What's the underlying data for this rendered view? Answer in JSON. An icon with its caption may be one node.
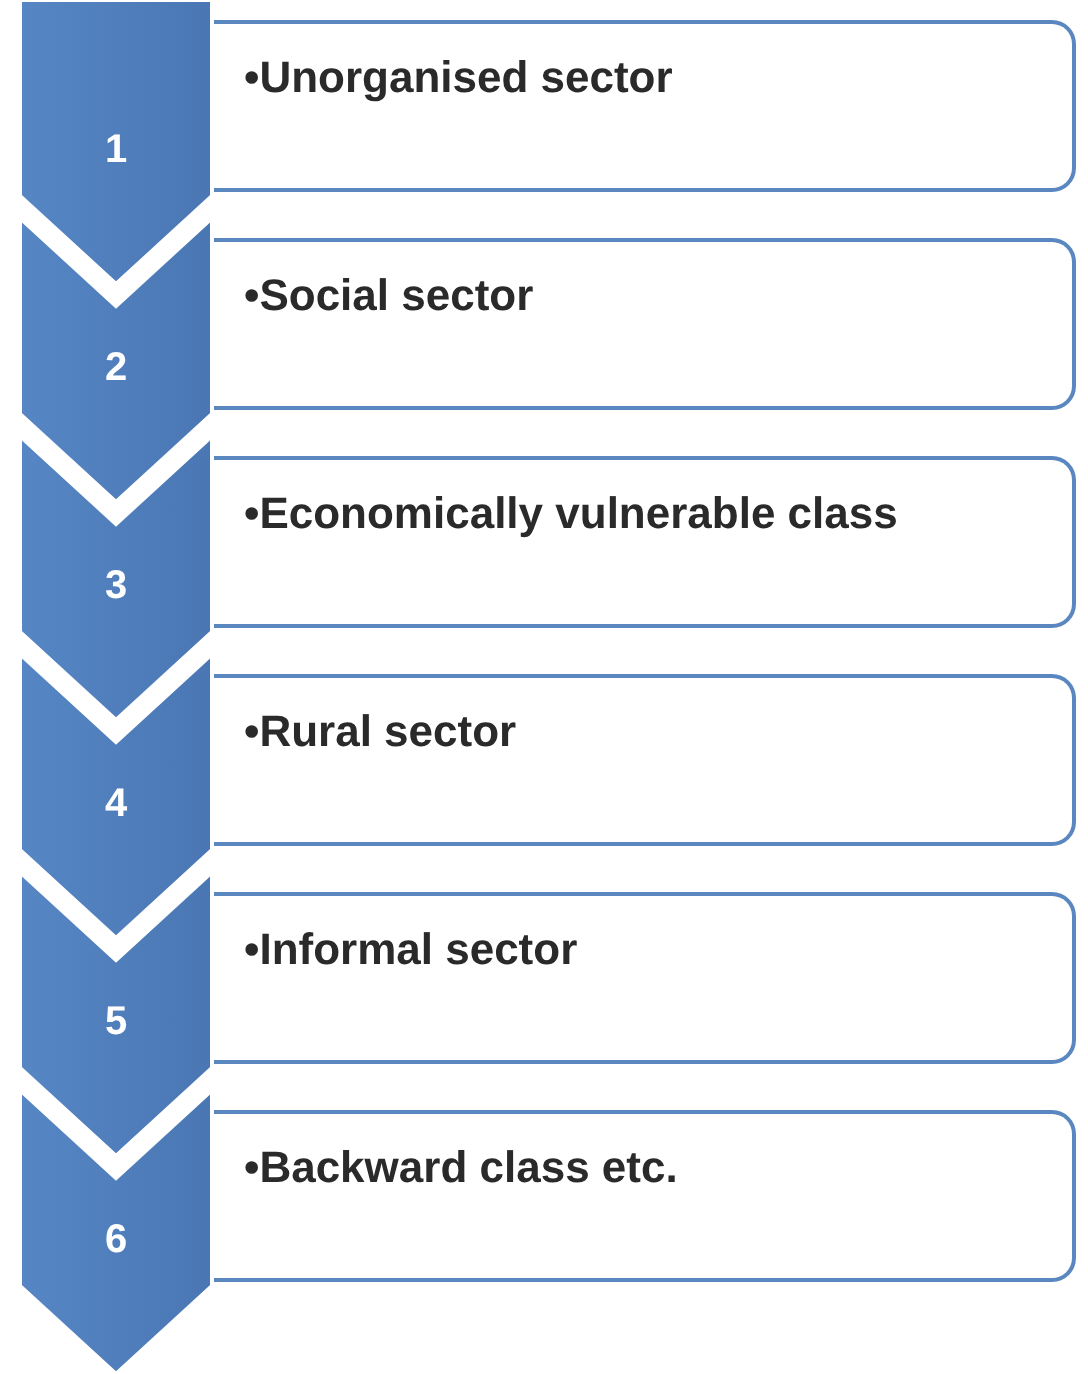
{
  "diagram": {
    "nodes": [
      {
        "text": [
          "1"
        ]
      },
      {
        "text": [
          "•Unorganised sector"
        ]
      },
      {
        "text": [
          "2"
        ]
      },
      {
        "text": [
          "•Social sector"
        ]
      },
      {
        "text": [
          "3"
        ]
      },
      {
        "text": [
          "•Economically vulnerable class"
        ]
      },
      {
        "text": [
          "4"
        ]
      },
      {
        "text": [
          "•Rural sector"
        ]
      },
      {
        "text": [
          "5"
        ]
      },
      {
        "text": [
          "•Informal sector"
        ]
      },
      {
        "text": [
          "6"
        ]
      },
      {
        "text": [
          "•Backward class etc."
        ]
      }
    ]
  }
}
